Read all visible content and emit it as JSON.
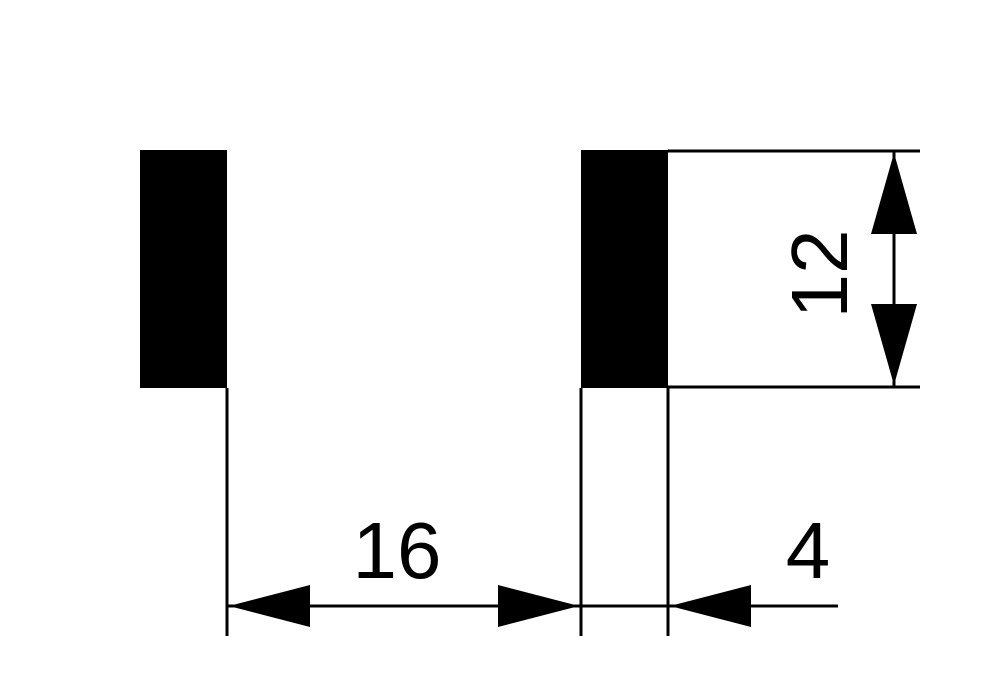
{
  "dimensions": {
    "gap": "16",
    "width": "4",
    "height": "12"
  },
  "colors": {
    "ink": "#000000",
    "background": "#ffffff"
  }
}
